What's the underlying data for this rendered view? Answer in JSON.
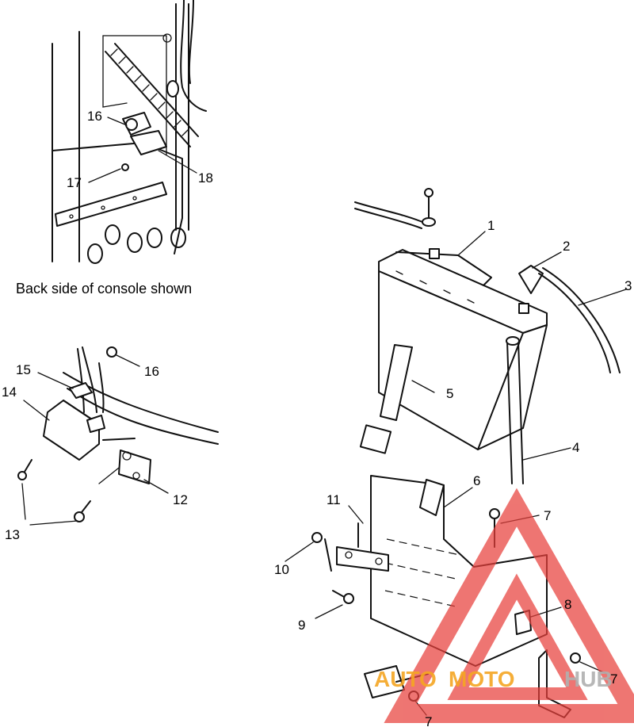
{
  "caption": "Back side of console shown",
  "callouts": {
    "c1": "1",
    "c2": "2",
    "c3": "3",
    "c4": "4",
    "c5": "5",
    "c6": "6",
    "c7a": "7",
    "c7b": "7",
    "c7c": "7",
    "c8": "8",
    "c9": "9",
    "c10": "10",
    "c11": "11",
    "c12": "12",
    "c13": "13",
    "c14": "14",
    "c15": "15",
    "c16a": "16",
    "c16b": "16",
    "c17": "17",
    "c18": "18"
  },
  "watermark": {
    "part1": "AUTO",
    "part2": "MOTO",
    "part3": "HUB",
    "color_red": "#e8413c",
    "color_orange": "#f5a623",
    "color_gray": "#b0b0b0"
  }
}
